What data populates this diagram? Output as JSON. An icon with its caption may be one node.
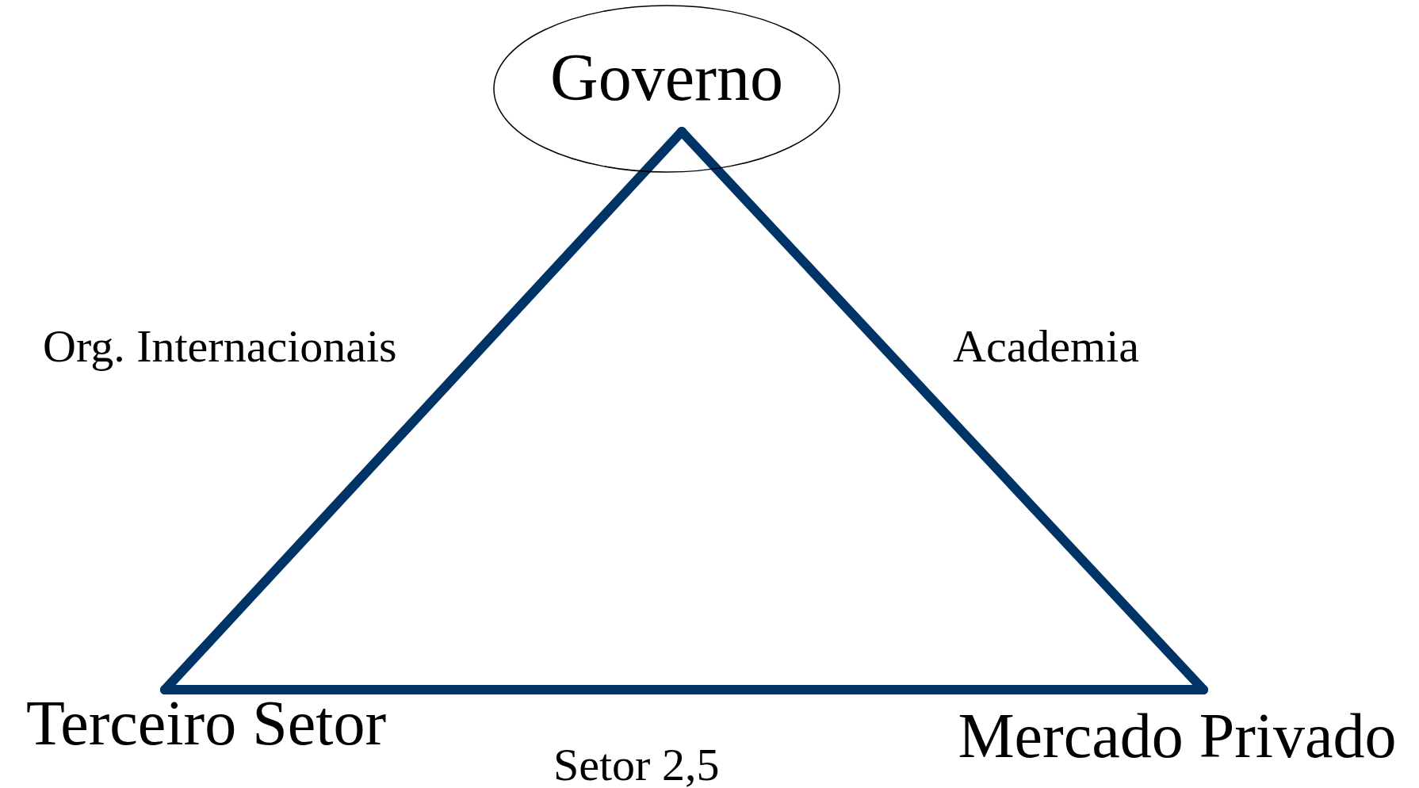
{
  "diagram": {
    "nodes": [
      {
        "text": [
          "Governo"
        ]
      },
      {
        "text": [
          "Terceiro Setor"
        ]
      },
      {
        "text": [
          "Mercado Privado"
        ]
      }
    ],
    "edges": [
      {
        "from": 0,
        "to": 1,
        "arrow": "none",
        "label": "Org. Internacionais"
      },
      {
        "from": 1,
        "to": 2,
        "arrow": "none",
        "label": "Setor 2,5"
      },
      {
        "from": 2,
        "to": 0,
        "arrow": "none",
        "label": "Academia"
      }
    ]
  }
}
